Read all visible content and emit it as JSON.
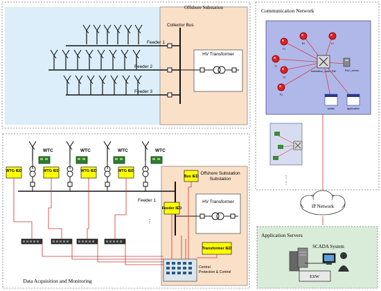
{
  "substation": {
    "title": "Offshore Substation",
    "collector_bus": "Collector Bus",
    "feeders": [
      "Feeder 1",
      "Feeder 2",
      "Feeder 3"
    ],
    "hv_transformer": "HV Transformer"
  },
  "communication": {
    "title": "Communication Network",
    "nodes": [
      "F1",
      "B1",
      "L1",
      "T1",
      "T2",
      "F2"
    ],
    "switch_label": "substation_main_SW",
    "server_label": "P&C_server",
    "panel_labels": [
      "profile",
      "application"
    ]
  },
  "acquisition": {
    "title": "Data Acquisition and Monitoring",
    "wtc_label": "WTC",
    "wtg_ied_label": "WTG IED",
    "bus_ied_label": "Bus IED",
    "offshore_substation": "Offshore Substation",
    "feeder_label": "Feeder 1",
    "feeder_ied_label": "Feeder IED",
    "hv_transformer": "HV Transformer",
    "transformer_ied_label": "Transformer IED",
    "central_pc": "Central Protection & Control"
  },
  "ip_network": "IP Network",
  "app_servers": {
    "title": "Application Servers",
    "scada": "SCADA System",
    "esw": "ESW"
  },
  "colors": {
    "sea": "#dbeefa",
    "substation_fill": "#fbe0c8",
    "ied_fill": "#ffff00",
    "link": "#cc3333",
    "app_fill": "#d9ecd9",
    "node_red": "#e21f1f"
  }
}
